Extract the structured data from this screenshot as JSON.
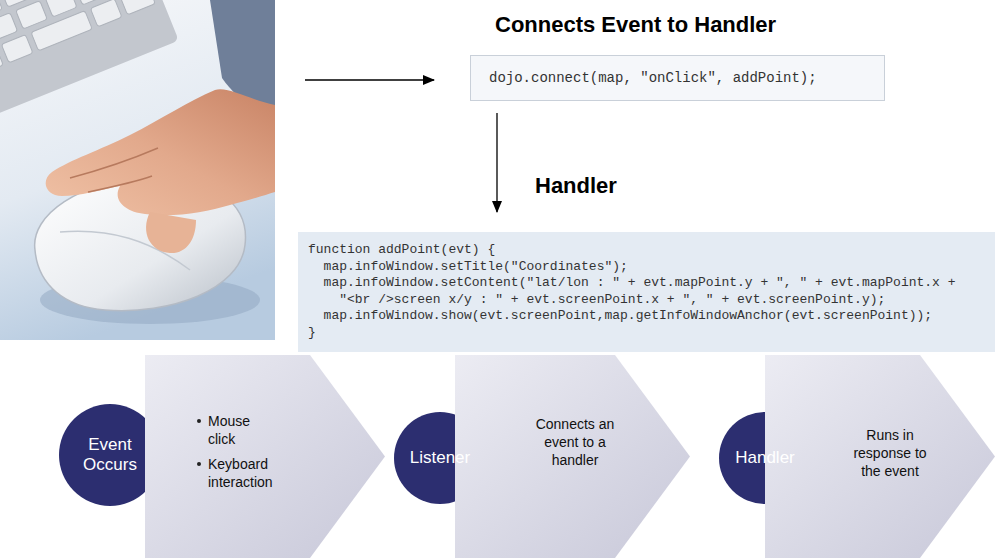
{
  "diagram": {
    "nodes": [
      {
        "text": [
          "Connects Event to Handler",
          "dojo.connect(map, \"onClick\", addPoint);"
        ]
      },
      {
        "text": [
          "Handler",
          "function addPoint(evt) {",
          "map.infoWindow.setTitle(\"Coordinates\");",
          "map.infoWindow.setContent(\"lat/lon : \" + evt.mapPoint.y + \", \" + evt.mapPoint.x +",
          "\"<br />screen x/y : \" + evt.screenPoint.x + \", \" + evt.screenPoint.y);",
          "map.infoWindow.show(evt.screenPoint,map.getInfoWindowAnchor(evt.screenPoint));",
          "}"
        ]
      },
      {
        "text": [
          "Event Occurs"
        ]
      },
      {
        "text": [
          "Mouse click",
          "Keyboard interaction"
        ]
      },
      {
        "text": [
          "Listener"
        ]
      },
      {
        "text": [
          "Connects an event to a handler"
        ]
      },
      {
        "text": [
          "Handler"
        ]
      },
      {
        "text": [
          "Runs in response to the event"
        ]
      }
    ],
    "edges": [
      {
        "from": 0,
        "to": 1,
        "arrow": "to"
      }
    ]
  }
}
